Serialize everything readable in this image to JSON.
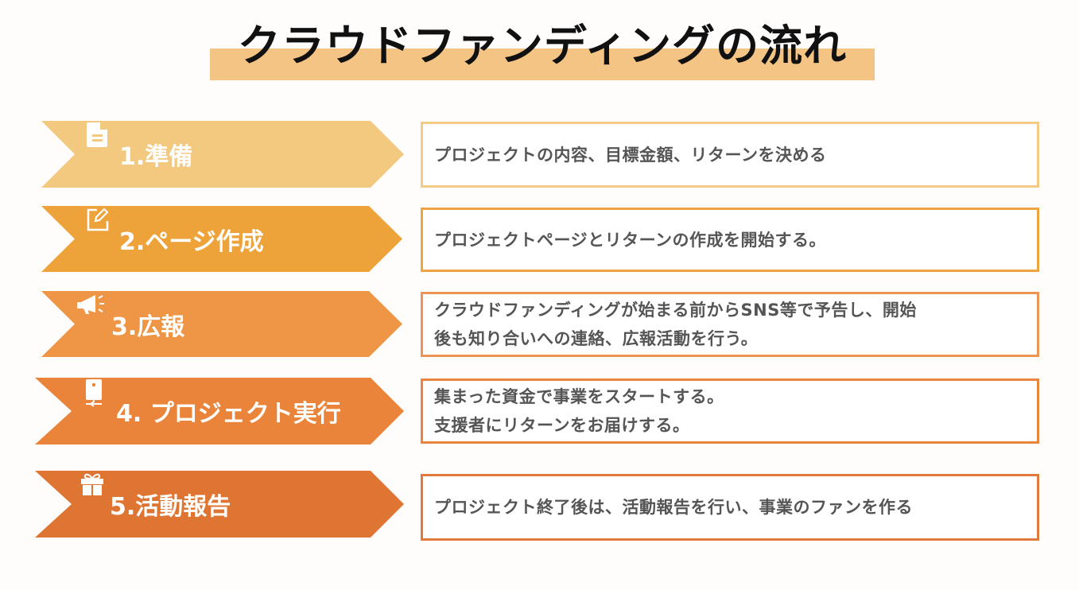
{
  "title": {
    "text": "クラウドファンディングの流れ",
    "highlight_color": "#F3C484"
  },
  "steps": [
    {
      "label": "1.準備",
      "icon": "document-icon",
      "color": "#F3C97F",
      "border_color": "#F4CB85",
      "description": "プロジェクトの内容、目標金額、リターンを決める"
    },
    {
      "label": "2.ページ作成",
      "icon": "edit-icon",
      "color": "#EEA23A",
      "border_color": "#EEA443",
      "description": "プロジェクトページとリターンの作成を開始する。"
    },
    {
      "label": "3.広報",
      "icon": "megaphone-icon",
      "color": "#EE9645",
      "border_color": "#EC9552",
      "description": "クラウドファンディングが始まる前からSNS等で予告し、開始後も知り合いへの連絡、広報活動を行う。",
      "description_lines": [
        "クラウドファンディングが始まる前からSNS等で予告し、開始",
        "後も知り合いへの連絡、広報活動を行う。"
      ]
    },
    {
      "label": "4. プロジェクト実行",
      "icon": "device-icon",
      "color": "#E9843A",
      "border_color": "#E8853F",
      "description": "集まった資金で事業をスタートする。支援者にリターンをお届けする。",
      "description_lines": [
        "集まった資金で事業をスタートする。",
        "支援者にリターンをお届けする。"
      ]
    },
    {
      "label": "5.活動報告",
      "icon": "gift-icon",
      "color": "#DF7533",
      "border_color": "#E07A3A",
      "description": "プロジェクト終了後は、活動報告を行い、事業のファンを作る"
    }
  ]
}
